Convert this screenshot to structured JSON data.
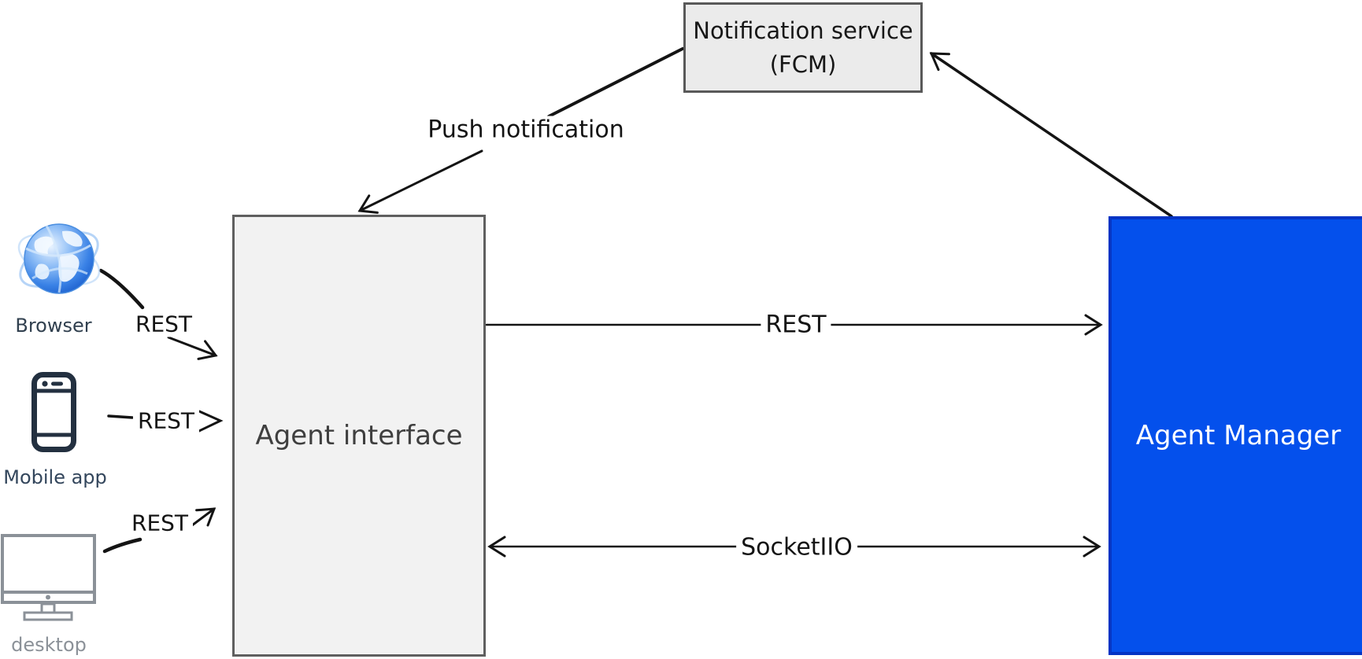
{
  "diagram": {
    "nodes": {
      "notification_service": {
        "label": "Notification service (FCM)",
        "fill": "#EBEBEB",
        "border": "#595959"
      },
      "agent_interface": {
        "label": "Agent interface",
        "fill": "#F2F2F2",
        "border": "#5F5F5F"
      },
      "agent_manager": {
        "label": "Agent Manager",
        "fill": "#0450EC",
        "border": "#0434C4",
        "text_color": "#FFFFFF"
      }
    },
    "clients": [
      {
        "label": "Browser",
        "icon": "globe-browser-icon"
      },
      {
        "label": "Mobile app",
        "icon": "smartphone-icon"
      },
      {
        "label": "desktop",
        "icon": "desktop-monitor-icon"
      }
    ],
    "edges": {
      "push_notification": {
        "label": "Push notification",
        "from": "Notification service (FCM)",
        "to": "Agent interface"
      },
      "manager_to_notification": {
        "label": "",
        "from": "Agent Manager",
        "to": "Notification service (FCM)"
      },
      "browser_rest": {
        "label": "REST",
        "from": "Browser",
        "to": "Agent interface"
      },
      "mobile_rest": {
        "label": "REST",
        "from": "Mobile app",
        "to": "Agent interface"
      },
      "desktop_rest": {
        "label": "REST",
        "from": "desktop",
        "to": "Agent interface"
      },
      "interface_manager_rest": {
        "label": "REST",
        "from": "Agent interface",
        "to": "Agent Manager"
      },
      "socket": {
        "label": "SocketIIO",
        "from": "Agent interface",
        "to": "Agent Manager",
        "bidirectional": true
      }
    },
    "colors": {
      "arrow": "#141414",
      "smartphone_icon": "#233040",
      "desktop_icon": "#8B9198",
      "browser_label": "#31404F",
      "mobile_label": "#33465C",
      "desktop_label": "#8B9198"
    }
  }
}
